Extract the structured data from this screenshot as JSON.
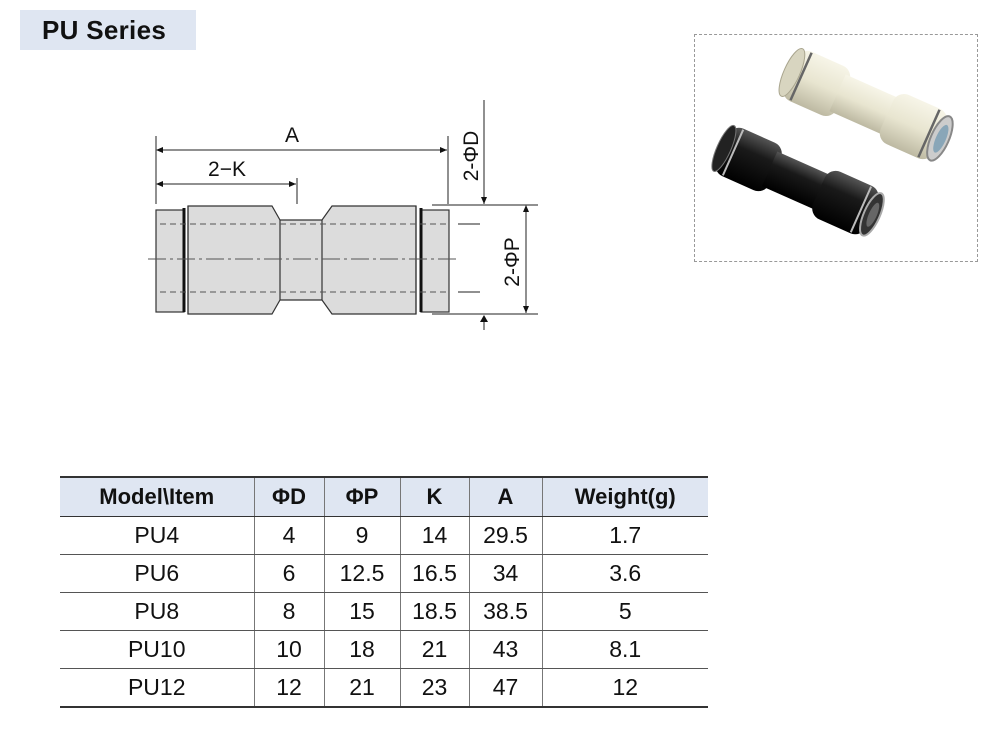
{
  "title": "PU Series",
  "drawing": {
    "labels": {
      "A": "A",
      "K": "2−K",
      "D": "2-ΦD",
      "P": "2-ΦP"
    }
  },
  "table": {
    "headers": [
      "Model\\Item",
      "ΦD",
      "ΦP",
      "K",
      "A",
      "Weight(g)"
    ],
    "rows": [
      [
        "PU4",
        "4",
        "9",
        "14",
        "29.5",
        "1.7"
      ],
      [
        "PU6",
        "6",
        "12.5",
        "16.5",
        "34",
        "3.6"
      ],
      [
        "PU8",
        "8",
        "15",
        "18.5",
        "38.5",
        "5"
      ],
      [
        "PU10",
        "10",
        "18",
        "21",
        "43",
        "8.1"
      ],
      [
        "PU12",
        "12",
        "21",
        "23",
        "47",
        "12"
      ]
    ]
  },
  "colors": {
    "header_bg": "#dfe6f2",
    "fitting_light": "#e6e4d2",
    "fitting_dark": "#161616"
  }
}
